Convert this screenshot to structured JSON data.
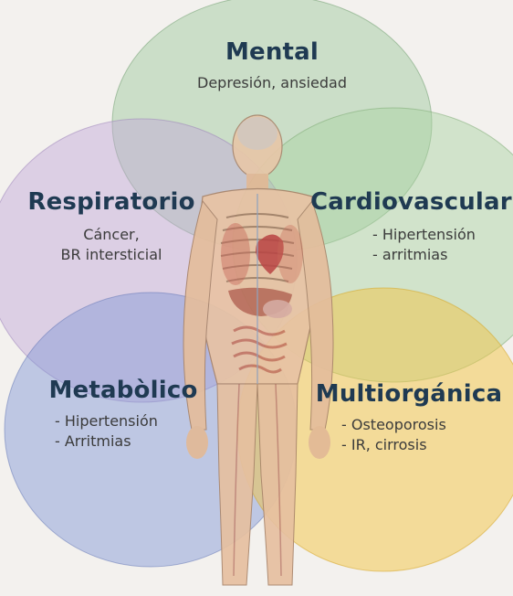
{
  "colors": {
    "mental": "#9bc79a",
    "respiratorio": "#c0a6d8",
    "cardiovascular": "#a9d2a0",
    "metabolico": "#7f95d4",
    "multiorganica": "#f2c23c",
    "title_text": "#1f3a52"
  },
  "circles": {
    "mental": {
      "title": "Mental",
      "lines": [
        "Depresión, ansiedad"
      ]
    },
    "respiratorio": {
      "title": "Respiratorio",
      "lines": [
        "Cáncer,",
        "BR intersticial"
      ]
    },
    "cardiovascular": {
      "title": "Cardiovascular",
      "lines": [
        "- Hipertensión",
        "- arritmias"
      ]
    },
    "metabolico": {
      "title": "Metabòlico",
      "lines": [
        "- Hipertensión",
        "- Arritmias"
      ]
    },
    "multiorganica": {
      "title": "Multiorgánica",
      "lines": [
        "- Osteoporosis",
        "- IR, cirrosis"
      ]
    }
  },
  "center_figure": {
    "icon": "human-anatomy-figure"
  }
}
